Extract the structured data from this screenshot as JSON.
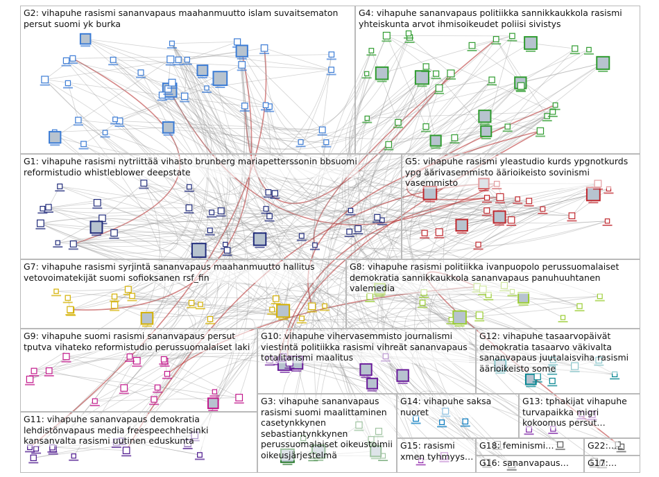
{
  "graph": {
    "groups": [
      {
        "id": "G2",
        "label": "G2: vihapuhe rasismi sananvapaus maahanmuutto islam suvaitsematon\npersut suomi yk burka",
        "accent": "#3a7bd5"
      },
      {
        "id": "G4",
        "label": "G4: vihapuhe sananvapaus politiikka sannikkaukkola rasismi\nyhteiskunta arvot ihmisoikeudet poliisi sivistys",
        "accent": "#2e9b2e"
      },
      {
        "id": "G1",
        "label": "G1: vihapuhe rasismi nytriittää vihasto brunberg mariapetterssonin bbsuomi\nreformistudio whistleblower deepstate",
        "accent": "#1f2a7a"
      },
      {
        "id": "G5",
        "label": "G5: vihapuhe rasismi yleastudio kurds ypgnotkurds\nypg äärivasemmisto äärioikeisto sovinismi\nvasemmisto",
        "accent": "#c0272d"
      },
      {
        "id": "G7",
        "label": "G7: vihapuhe rasismi syrjintä sananvapaus maahanmuutto hallitus\nvetovoimatekijät suomi sofioksanen rsf_fin",
        "accent": "#d4b000"
      },
      {
        "id": "G8",
        "label": "G8: vihapuhe rasismi politiikka ivanpuopolo perussuomalaiset\ndemokratia sannikkaukkola sananvapaus panuhuuhtanen\nvalemedia",
        "accent": "#9acd32"
      },
      {
        "id": "G9",
        "label": "G9: vihapuhe suomi rasismi sananvapaus persut\ntputva vihateko reformistudio perussuomalaiset laki",
        "accent": "#c2188b"
      },
      {
        "id": "G10",
        "label": "G10: vihapuhe vihervasemmisto journalismi\nviestintä politiikka rasismi vihreät sananvapaus\ntotalitarismi maalitus",
        "accent": "#6a1b9a"
      },
      {
        "id": "G12",
        "label": "G12: vihapuhe tasaarvopäivät\ndemokratia tasaarvo väkivalta\nsananvapaus juutalaisviha rasismi\näärioikeisto some",
        "accent": "#00838f"
      },
      {
        "id": "G11",
        "label": "G11: vihapuhe sananvapaus demokratia\nlehdistönvapaus media freespeechhelsinki\nkansanvalta rasismi uutinen eduskunta",
        "accent": "#4a148c"
      },
      {
        "id": "G3",
        "label": "G3: vihapuhe sananvapaus\nrasismi suomi maalittaminen\ncasetynkkynen\nsebastiantynkkynen\nperussuomalaiset oikeustoimii\noikeusjärjestelmä",
        "accent": "#2e7d32"
      },
      {
        "id": "G14",
        "label": "G14: vihapuhe saksa\nnuoret",
        "accent": "#0277bd"
      },
      {
        "id": "G13",
        "label": "G13: tphakijat vihapuhe\nturvapaikka migri\nkokoomus persut…",
        "accent": "#7b1fa2"
      },
      {
        "id": "G15",
        "label": "G15: rasismi\nxmen tyhmyys…",
        "accent": "#8e24aa"
      },
      {
        "id": "G18",
        "label": "G18: feminismi…",
        "accent": "#555555"
      },
      {
        "id": "G22",
        "label": "G22:…",
        "accent": "#555555"
      },
      {
        "id": "G16",
        "label": "G16: sananvapaus…",
        "accent": "#555555"
      },
      {
        "id": "G17",
        "label": "G17:…",
        "accent": "#555555"
      }
    ],
    "edge_color": "#8c8c8c",
    "highlight_edge_color": "#b22222"
  }
}
